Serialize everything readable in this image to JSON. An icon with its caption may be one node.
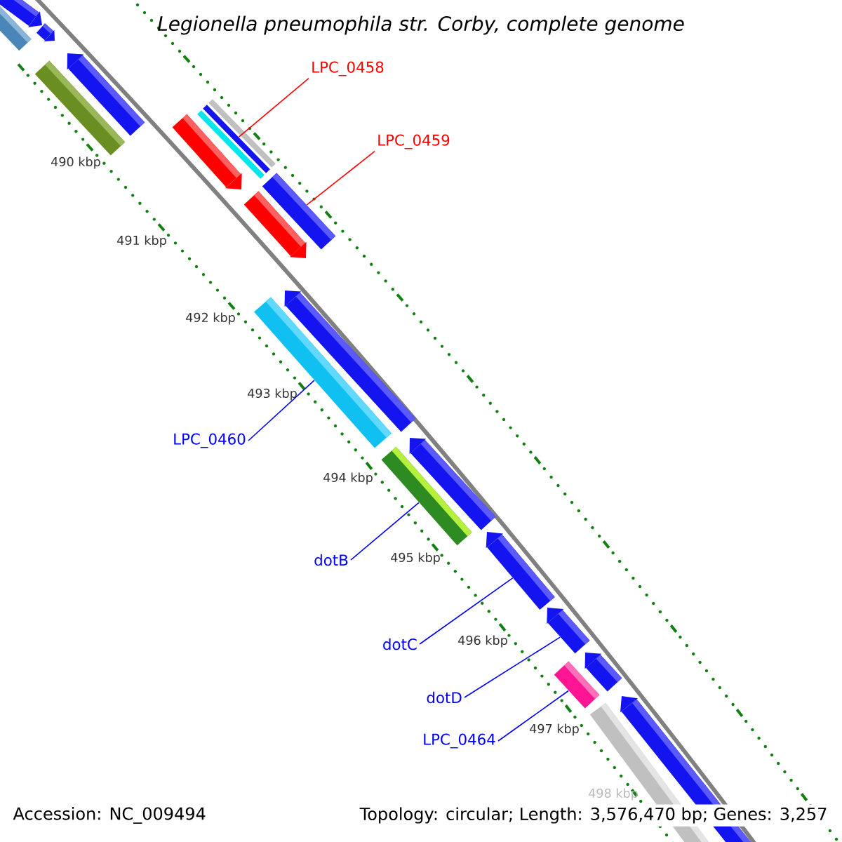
{
  "diagram": {
    "title": "Legionella pneumophila str. Corby, complete genome",
    "nodes": [
      {
        "text": [
          "LPC_0458"
        ]
      },
      {
        "text": [
          "LPC_0459"
        ]
      },
      {
        "text": [
          "LPC_0460"
        ]
      },
      {
        "text": [
          "dotB"
        ]
      },
      {
        "text": [
          "dotC"
        ]
      },
      {
        "text": [
          "dotD"
        ]
      },
      {
        "text": [
          "LPC_0464"
        ]
      },
      {
        "text": [],
        "shape": "bar"
      },
      {
        "text": [],
        "shape": "bar"
      },
      {
        "text": [],
        "shape": "bar"
      },
      {
        "text": [],
        "shape": "bar"
      },
      {
        "text": [],
        "shape": "bar"
      },
      {
        "text": [],
        "shape": "bar"
      },
      {
        "text": [],
        "shape": "bar"
      },
      {
        "text": [],
        "shape": "bar"
      },
      {
        "text": [],
        "shape": "bar"
      },
      {
        "text": [],
        "shape": "bar"
      },
      {
        "text": [],
        "shape": "bar"
      },
      {
        "text": [],
        "shape": "bar"
      },
      {
        "text": [],
        "shape": "bar"
      },
      {
        "text": [],
        "shape": "bar"
      },
      {
        "text": [],
        "shape": "bar"
      },
      {
        "text": [],
        "shape": "bar"
      },
      {
        "text": [],
        "shape": "bar"
      },
      {
        "text": [],
        "shape": "bar"
      },
      {
        "text": [],
        "shape": "bar"
      },
      {
        "text": [],
        "shape": "bar"
      },
      {
        "text": [],
        "shape": "bar"
      }
    ],
    "edges": [
      {
        "from": 0,
        "to": 13,
        "arrow": "none",
        "color": "#ff0000"
      },
      {
        "from": 1,
        "to": 16,
        "arrow": "none",
        "color": "#ff0000"
      },
      {
        "from": 2,
        "to": 19,
        "arrow": "none"
      },
      {
        "from": 3,
        "to": 21,
        "arrow": "none"
      },
      {
        "from": 4,
        "to": 22,
        "arrow": "none"
      },
      {
        "from": 5,
        "to": 23,
        "arrow": "none"
      },
      {
        "from": 6,
        "to": 24,
        "arrow": "none"
      }
    ],
    "labels": [
      "490 kbp",
      "491 kbp",
      "492 kbp",
      "493 kbp",
      "494 kbp",
      "495 kbp",
      "496 kbp",
      "497 kbp",
      "498 kbp",
      "Accession: NC_009494",
      "Topology: circular; Length: 3,576,470 bp; Genes: 3,257"
    ]
  }
}
